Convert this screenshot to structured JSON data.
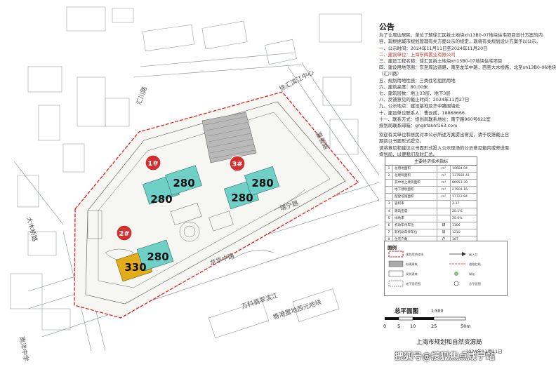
{
  "notice": {
    "title": "公告",
    "lines": [
      "为了让周边居民、单位了解徐汇区拆土地块xh13B0-07地块住宅项目设计方案的内",
      "容，现根据城市规划管理有关方面公示的规定，现将有关规划设计方案予以公示。",
      "一、公示时间：2024年11月11日至2024年11月20日",
      "二、建设单位：上海东辉置业有限公司",
      "三、建设工程名称：徐汇区拆土地块xh13B0-07地块住宅项目",
      "四、建设用地范围：东至周边道路，南至龙华中路，西至大木桥路，北至xh13B0-06地块",
      "（汇川路）",
      "五、规划用地性质：三类住宅组团用地",
      "六、建筑高度：80.00米",
      "七、建筑层数：地上33层，地下3层",
      "八、反馈意见的截止时间：2024年11月27日",
      "九、公示地点：建设基地及华中路围墙处",
      "十、建设单位联系人：曹云成，18868666",
      "十一、联系方式：规划局联系地址：南宁路960号822室",
      "规划局联系邮箱：ghgbfakhf163.com",
      "欢迎有关单位和居民对本公示所述方案提出意见，请于反馈截止日期前以书面形式提交。",
      "请将意见和建议以书面形式投入公示现场的公示意见箱内或寄送至规划局，以便我们及时汇总。"
    ]
  },
  "map": {
    "buildings": [
      {
        "id": "1#",
        "units": [
          "280",
          "280"
        ]
      },
      {
        "id": "2#",
        "units": [
          "330",
          "280"
        ]
      },
      {
        "id": "3#",
        "units": [
          "280",
          "280"
        ]
      }
    ],
    "street_labels": [
      "汇川路",
      "徐汇滨江中心",
      "嘉善路",
      "龙华中路",
      "瑞宁路",
      "大木桥路",
      "南洋中学",
      "万科翡翠滨江",
      "香港置地西元地块"
    ],
    "colors": {
      "teal_building": "#6fd0c8",
      "yellow_building": "#e3ac1c",
      "marker_red": "#d32f2f",
      "boundary_red": "#e02020"
    }
  },
  "table": {
    "title": "主要经济技术指标",
    "rows": [
      [
        "1",
        "总用地面积",
        "m²",
        "19684.04"
      ],
      [
        "2",
        "总建筑面积",
        "m²",
        "137582.41"
      ],
      [
        "",
        "其中地上建筑面积",
        "m²",
        "86953.39"
      ],
      [
        "",
        "地下建筑面积",
        "m²",
        "27504.16"
      ],
      [
        "",
        "配套设施面积",
        "m²",
        "17722.84"
      ],
      [
        "3",
        "容积率",
        "",
        "2.37"
      ],
      [
        "4",
        "建筑密度",
        "",
        "20.1%"
      ],
      [
        "5",
        "绿地率",
        "",
        "35.0%"
      ],
      [
        "6",
        "机动车停车位",
        "辆",
        "1106"
      ],
      [
        "7",
        "非机动车停车位",
        "辆",
        "1210"
      ],
      [
        "8",
        "住宅户数",
        "户",
        "167"
      ]
    ]
  },
  "legend": {
    "title": "图例",
    "items": [
      "规划用地红线",
      "拟建建筑",
      "现状建筑",
      "地下室范围",
      "出入口",
      "道路红线",
      "绿化",
      "总平面图"
    ]
  },
  "scale": {
    "title": "总平面图",
    "ratio": "1:500",
    "ticks": [
      "0",
      "5",
      "10",
      "25",
      "50m"
    ]
  },
  "footer": {
    "bureau": "上海市规划和自然资源局",
    "date": "2024年11月11日",
    "watermark": "搜狐号@搜狐焦点咸宁站"
  }
}
